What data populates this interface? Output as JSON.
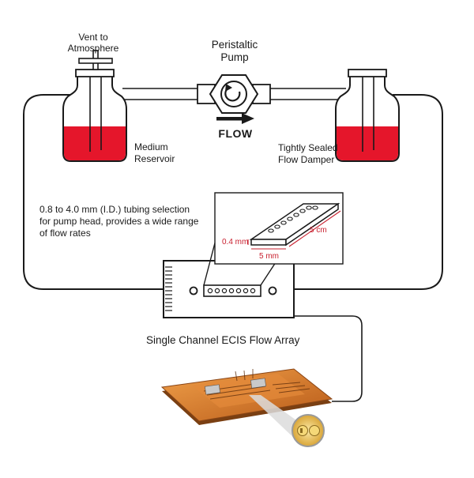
{
  "labels": {
    "vent": "Vent to\nAtmosphere",
    "pump": "Peristaltic\nPump",
    "flow": "FLOW",
    "reservoir": "Medium\nReservoir",
    "damper": "Tightly Sealed\nFlow Damper",
    "tubing": "0.8 to 4.0 mm (I.D.) tubing selection\nfor pump head, provides a wide range\nof flow rates",
    "array": "Single Channel ECIS Flow Array"
  },
  "dimensions": {
    "height": "0.4 mm",
    "width": "5 mm",
    "length": "5 cm"
  },
  "colors": {
    "liquid": "#e5162b",
    "line": "#1a1a1a",
    "dimension": "#c8202f",
    "chip": "#d9742a"
  }
}
